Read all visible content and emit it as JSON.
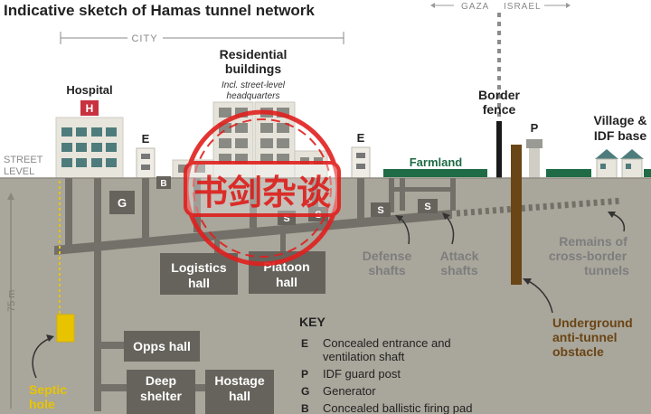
{
  "title": "Indicative sketch of Hamas tunnel network",
  "border_labels": {
    "gaza": "GAZA",
    "israel": "ISRAEL"
  },
  "city_label": "CITY",
  "street_level": [
    "STREET",
    "LEVEL"
  ],
  "buildings": {
    "hospital": "Hospital",
    "hospital_mark": "H",
    "residential": [
      "Residential",
      "buildings"
    ],
    "residential_note": [
      "Incl. street-level",
      "headquarters"
    ],
    "border_fence": [
      "Border",
      "fence"
    ],
    "village": [
      "Village &",
      "IDF base"
    ],
    "farmland": "Farmland"
  },
  "markers": {
    "E": "E",
    "P": "P",
    "G": "G",
    "B": "B",
    "S": "S"
  },
  "halls": {
    "logistics": [
      "Logistics",
      "hall"
    ],
    "platoon": [
      "Platoon",
      "hall"
    ],
    "opps": "Opps hall",
    "deep_shelter": [
      "Deep",
      "shelter"
    ],
    "hostage": [
      "Hostage",
      "hall"
    ]
  },
  "annotations": {
    "defense_shafts": [
      "Defense",
      "shafts"
    ],
    "attack_shafts": [
      "Attack",
      "shafts"
    ],
    "remains": [
      "Remains of",
      "cross-border",
      "tunnels"
    ],
    "anti_tunnel": [
      "Underground",
      "anti-tunnel",
      "obstacle"
    ],
    "septic": [
      "Septic",
      "hole"
    ],
    "depth": "75 m"
  },
  "key": {
    "title": "KEY",
    "items": [
      {
        "code": "E",
        "text": [
          "Concealed entrance and",
          "ventilation shaft"
        ]
      },
      {
        "code": "P",
        "text": [
          "IDF guard post"
        ]
      },
      {
        "code": "G",
        "text": [
          "Generator"
        ]
      },
      {
        "code": "B",
        "text": [
          "Concealed ballistic firing pad"
        ]
      }
    ]
  },
  "watermark": "书剑杂谈",
  "colors": {
    "ground": "#a9a69b",
    "tunnel": "#737069",
    "hall": "#66635c",
    "farmland": "#1f6b45",
    "septic": "#e8c400",
    "obstacle": "#6a4515",
    "label_gray": "#7d7d7d",
    "stamp": "#e0201e"
  }
}
